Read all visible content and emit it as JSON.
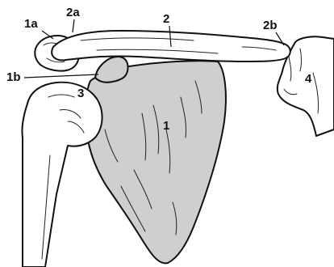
{
  "labels": {
    "scapula": "1",
    "acromion_tip": "1a",
    "coracoid": "1b",
    "clavicle": "2",
    "clavicle_lateral_end": "2a",
    "clavicle_medial_end": "2b",
    "humeral_head": "3",
    "sternum": "4"
  }
}
